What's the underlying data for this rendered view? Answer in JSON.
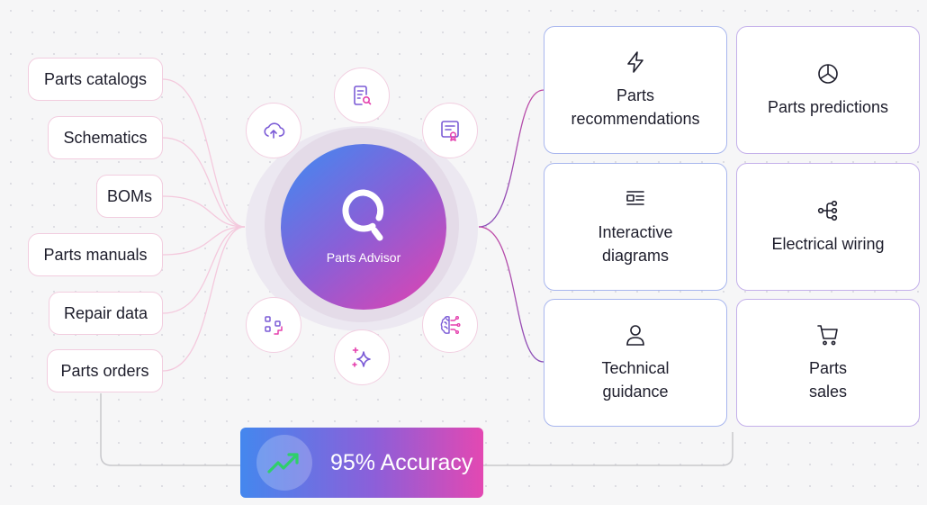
{
  "sources": [
    {
      "id": "catalogs",
      "label": "Parts catalogs"
    },
    {
      "id": "schematics",
      "label": "Schematics"
    },
    {
      "id": "boms",
      "label": "BOMs"
    },
    {
      "id": "manuals",
      "label": "Parts manuals"
    },
    {
      "id": "repair",
      "label": "Repair data"
    },
    {
      "id": "orders",
      "label": "Parts orders"
    }
  ],
  "hub": {
    "label": "Parts Advisor",
    "orbit_icons": [
      "upload-cloud-icon",
      "document-search-icon",
      "certificate-icon",
      "brain-circuit-icon",
      "sparkles-icon",
      "workflow-icon"
    ]
  },
  "outputs": [
    {
      "label": "Parts\nrecommendations",
      "icon": "lightning-icon"
    },
    {
      "label": "Parts predictions",
      "icon": "pie-chart-icon"
    },
    {
      "label": "Interactive\ndiagrams",
      "icon": "layout-icon"
    },
    {
      "label": "Electrical wiring",
      "icon": "branch-icon"
    },
    {
      "label": "Technical\nguidance",
      "icon": "user-icon"
    },
    {
      "label": "Parts\nsales",
      "icon": "cart-icon"
    }
  ],
  "accuracy": {
    "label": "95% Accuracy",
    "icon": "trend-up-icon"
  },
  "colors": {
    "pink": "#e541ae",
    "blue": "#3c8cf2",
    "purple": "#8a5fd7",
    "line_gray": "#c8c8cc"
  }
}
